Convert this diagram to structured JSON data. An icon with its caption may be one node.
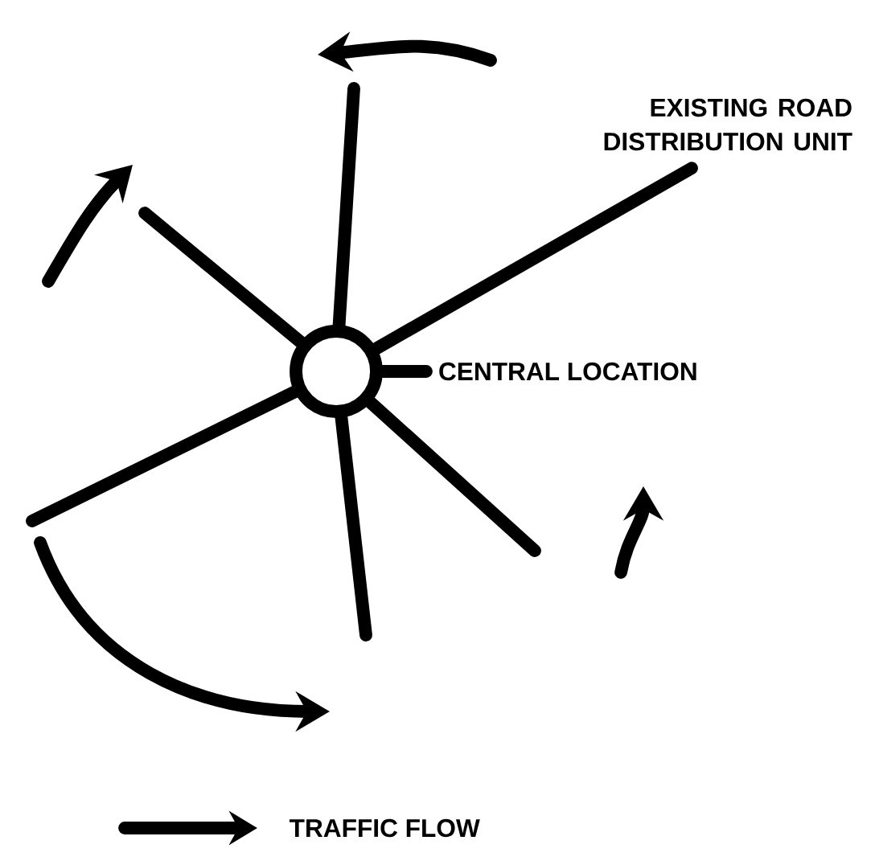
{
  "diagram": {
    "nodes": [
      {
        "text": [],
        "shape": "circle"
      },
      {
        "text": [
          "CENTRAL LOCATION"
        ]
      },
      {
        "text": [
          "EXISTING ROAD DISTRIBUTION UNIT"
        ]
      }
    ],
    "edges": [
      {
        "from": 1,
        "to": 0,
        "arrow": "none"
      },
      {
        "from": 0,
        "to": null,
        "arrow": "none"
      },
      {
        "from": 0,
        "to": null,
        "arrow": "none"
      },
      {
        "from": 0,
        "to": null,
        "arrow": "none"
      },
      {
        "from": 0,
        "to": null,
        "arrow": "none"
      },
      {
        "from": 0,
        "to": null,
        "arrow": "none"
      },
      {
        "from": 0,
        "to": 2,
        "arrow": "none"
      }
    ],
    "legend": [
      {
        "text": "TRAFFIC FLOW"
      }
    ]
  }
}
